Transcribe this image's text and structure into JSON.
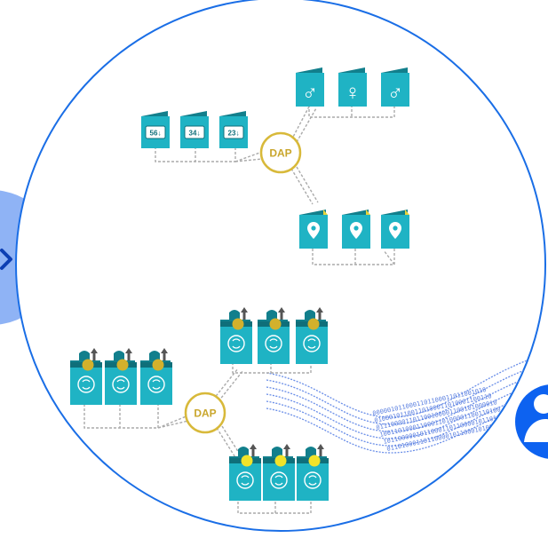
{
  "colors": {
    "circle_border": "#1a6ee6",
    "left_bubble": "#8fb3f5",
    "teal": "#1fb3c4",
    "teal_dark": "#127f8c",
    "teal_top": "#0f6f7a",
    "gold": "#d8b93a",
    "bolt": "#d2b12c",
    "bolt_bright": "#f2e32a",
    "binary": "#6b8fe8",
    "dashed": "#aaaaaa",
    "blue_badge": "#0d62f0"
  },
  "upper": {
    "hub_label": "DAP",
    "age_books": [
      "56↓",
      "34↓",
      "23↓"
    ],
    "gender_books": [
      "♂",
      "♀",
      "♂"
    ],
    "location_books": [
      "pin",
      "pin",
      "pin"
    ]
  },
  "lower": {
    "hub_label": "DAP",
    "binary_rows": [
      "0000010110001101100011011001010",
      "01000101100110100011010001100110",
      "011100001101100100001100101000010",
      "100110100011000110100001100110100",
      "10110000010110001101100001011010",
      "0110100011011000010110001010010"
    ]
  },
  "icons": {
    "left_arrow": "chevron-right-icon",
    "right_badge": "user-icon"
  }
}
